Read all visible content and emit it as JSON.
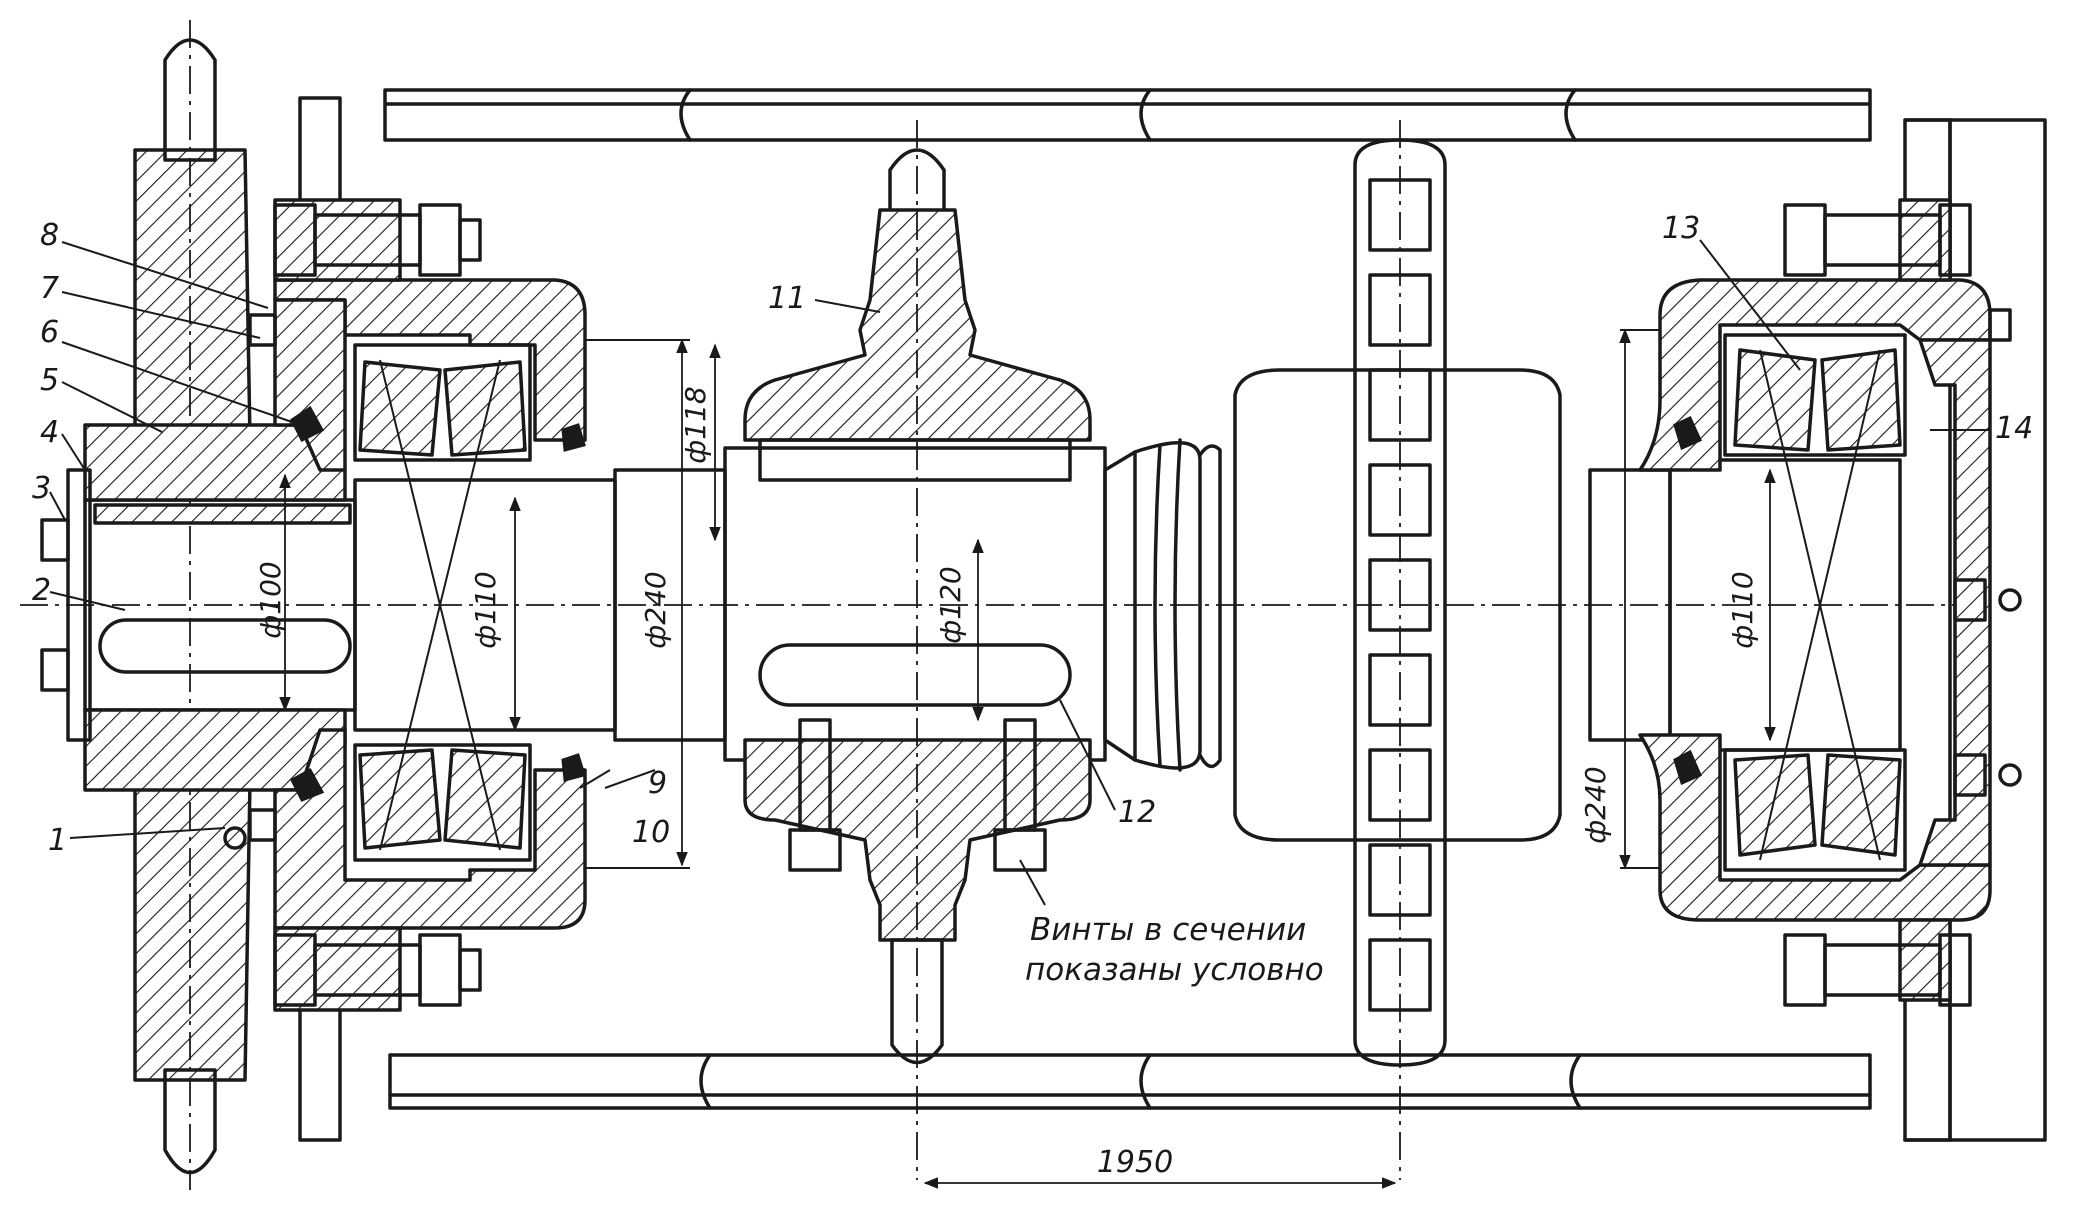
{
  "callouts": {
    "c1": "1",
    "c2": "2",
    "c3": "3",
    "c4": "4",
    "c5": "5",
    "c6": "6",
    "c7": "7",
    "c8": "8",
    "c9": "9",
    "c10": "10",
    "c11": "11",
    "c12": "12",
    "c13": "13",
    "c14": "14"
  },
  "dimensions": {
    "d100": "ф100",
    "d110_left": "ф110",
    "d240_left": "ф240",
    "d118": "ф118",
    "d120": "ф120",
    "d110_right": "ф110",
    "d240_right": "ф240",
    "span_1950": "1950"
  },
  "note": {
    "line1": "Винты в сечении",
    "line2": "показаны условно"
  }
}
